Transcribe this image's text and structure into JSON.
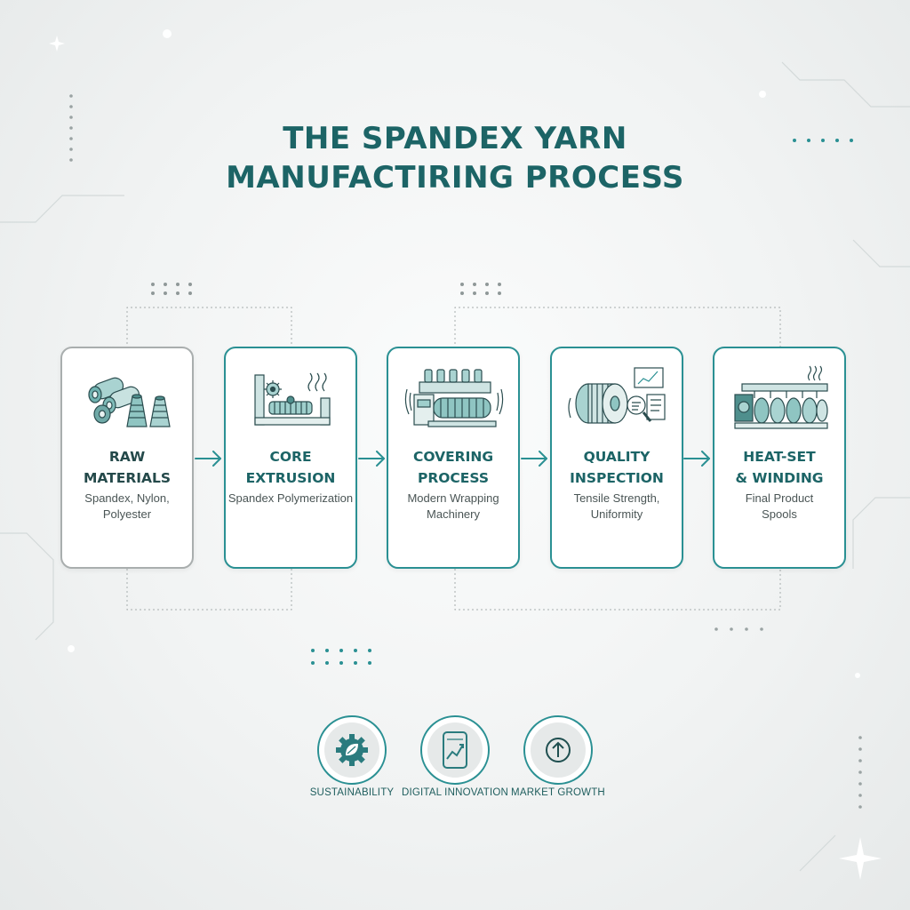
{
  "title": {
    "line1": "THE SPANDEX YARN",
    "line2": "MANUFACTIRING PROCESS"
  },
  "steps": [
    {
      "name_line1": "RAW",
      "name_line2": "MATERIALS",
      "desc_line1": "Spandex, Nylon,",
      "desc_line2": "Polyester",
      "icon": "yarn-rolls-icon"
    },
    {
      "name_line1": "CORE",
      "name_line2": "EXTRUSION",
      "desc_line1": "Spandex Polymerization",
      "desc_line2": "",
      "icon": "extrusion-machine-icon"
    },
    {
      "name_line1": "COVERING",
      "name_line2": "PROCESS",
      "desc_line1": "Modern Wrapping",
      "desc_line2": "Machinery",
      "icon": "covering-machine-icon"
    },
    {
      "name_line1": "QUALITY",
      "name_line2": "INSPECTION",
      "desc_line1": "Tensile Strength,",
      "desc_line2": "Uniformity",
      "icon": "inspection-icon"
    },
    {
      "name_line1": "HEAT-SET",
      "name_line2": "& WINDING",
      "desc_line1": "Final Product",
      "desc_line2": "Spools",
      "icon": "winding-machine-icon"
    }
  ],
  "badges": [
    {
      "label": "SUSTAINABILITY",
      "icon": "gear-leaf-icon"
    },
    {
      "label": "DIGITAL INNOVATION",
      "icon": "tablet-chart-icon"
    },
    {
      "label": "MARKET GROWTH",
      "icon": "arrow-up-icon"
    }
  ],
  "colors": {
    "accent": "#2a9093",
    "title": "#1c6466",
    "card_border_first": "#a9aeae",
    "background": "#f1f3f3"
  }
}
